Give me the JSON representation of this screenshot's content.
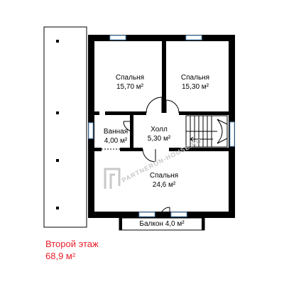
{
  "rooms": {
    "bedroom_left": {
      "name": "Спальня",
      "area": "15,70 м²"
    },
    "bedroom_right": {
      "name": "Спальня",
      "area": "15,30 м²"
    },
    "hall": {
      "name": "Холл",
      "area": "5,30 м²"
    },
    "bathroom": {
      "name": "Ванная",
      "area": "4,00 м²"
    },
    "bedroom_bottom": {
      "name": "Спальня",
      "area": "24,6 м²"
    },
    "balcony": {
      "label": "Балкон 4,0 м²"
    }
  },
  "caption": {
    "floor_name": "Второй этаж",
    "total_area": "68,9 м²",
    "color": "#e8202a"
  },
  "watermark": {
    "text": "PARTNERON-HOUSE.RU"
  },
  "colors": {
    "wall": "#000000",
    "window": "#6fa8dc",
    "background": "#ffffff",
    "watermark": "#c8c8c8"
  }
}
